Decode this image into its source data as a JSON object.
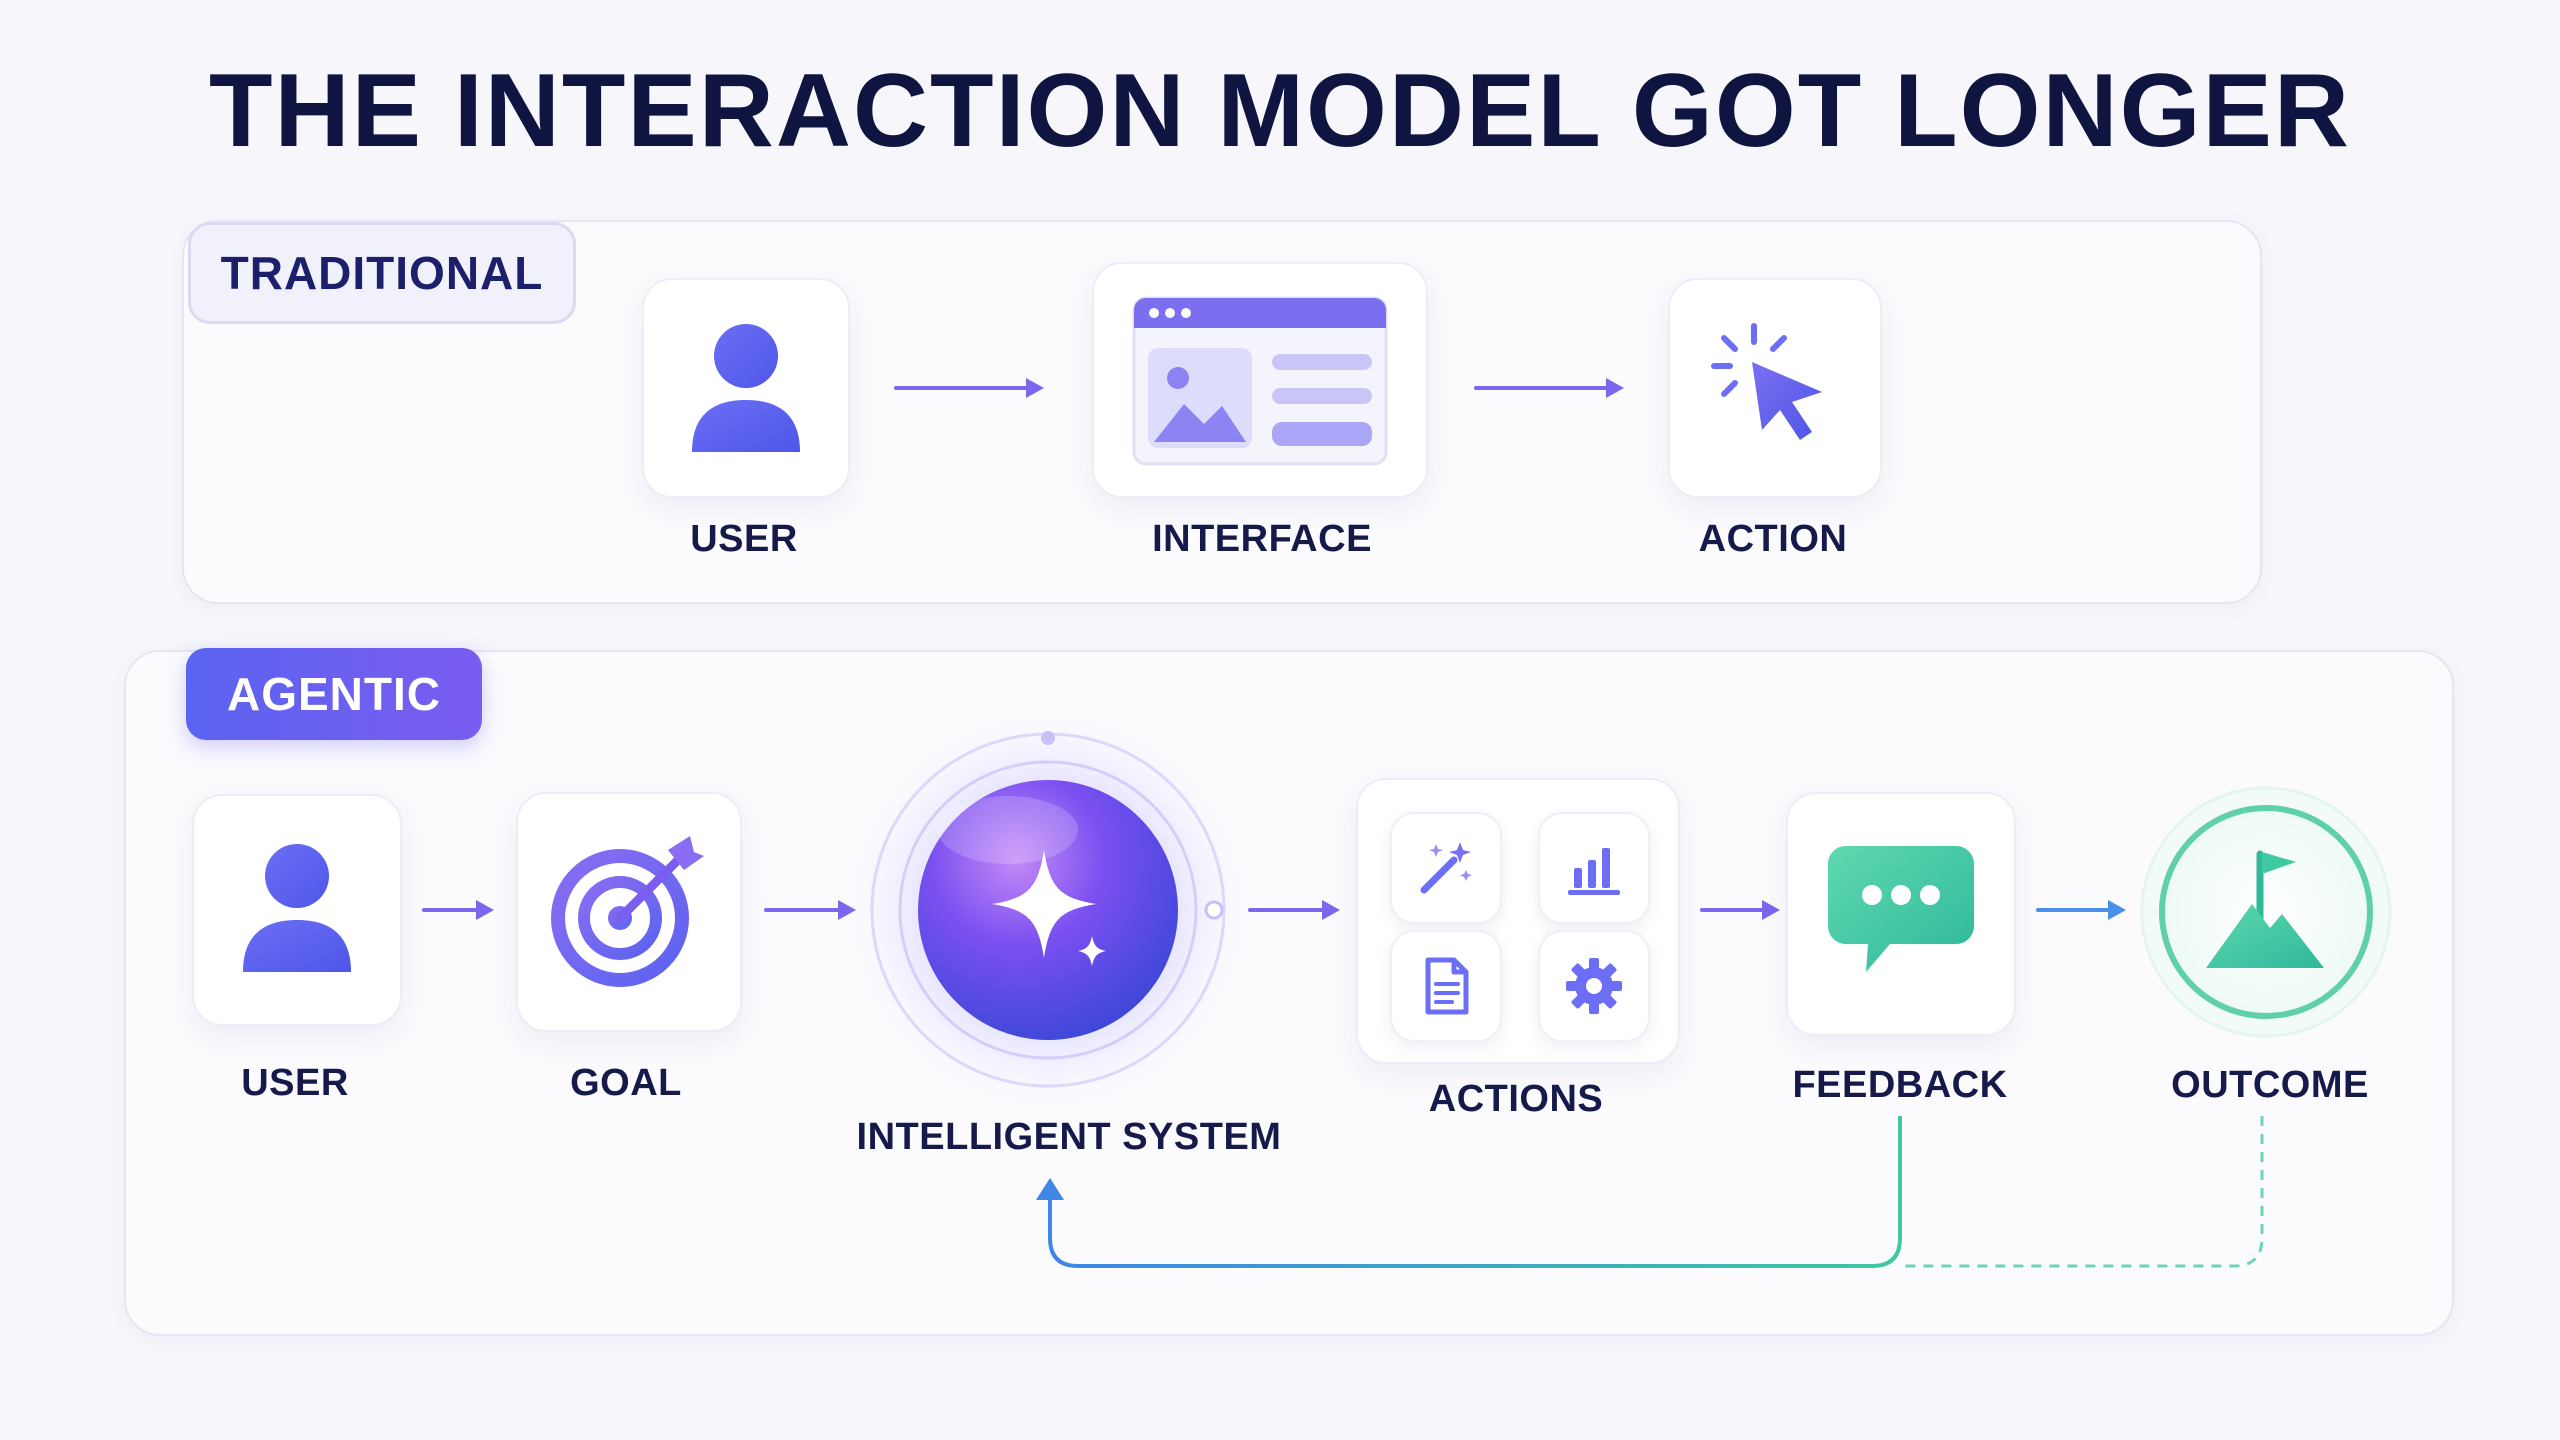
{
  "title": "THE INTERACTION MODEL GOT LONGER",
  "traditional": {
    "tag": "TRADITIONAL",
    "steps": [
      {
        "label": "USER",
        "icon": "user-icon"
      },
      {
        "label": "INTERFACE",
        "icon": "interface-window-icon"
      },
      {
        "label": "ACTION",
        "icon": "cursor-click-icon"
      }
    ]
  },
  "agentic": {
    "tag": "AGENTIC",
    "steps": [
      {
        "label": "USER",
        "icon": "user-icon"
      },
      {
        "label": "GOAL",
        "icon": "target-icon"
      },
      {
        "label": "INTELLIGENT SYSTEM",
        "icon": "sparkle-orb-icon"
      },
      {
        "label": "ACTIONS",
        "icons": [
          "magic-wand-icon",
          "bar-chart-icon",
          "document-icon",
          "gear-icon"
        ]
      },
      {
        "label": "FEEDBACK",
        "icon": "chat-bubble-icon"
      },
      {
        "label": "OUTCOME",
        "icon": "mountain-flag-icon"
      }
    ]
  },
  "colors": {
    "primary": "#5b63f0",
    "accent_purple": "#7b5df0",
    "feedback_green": "#3ec9a0",
    "loop_blue": "#3f86e6",
    "title": "#0f1440"
  }
}
